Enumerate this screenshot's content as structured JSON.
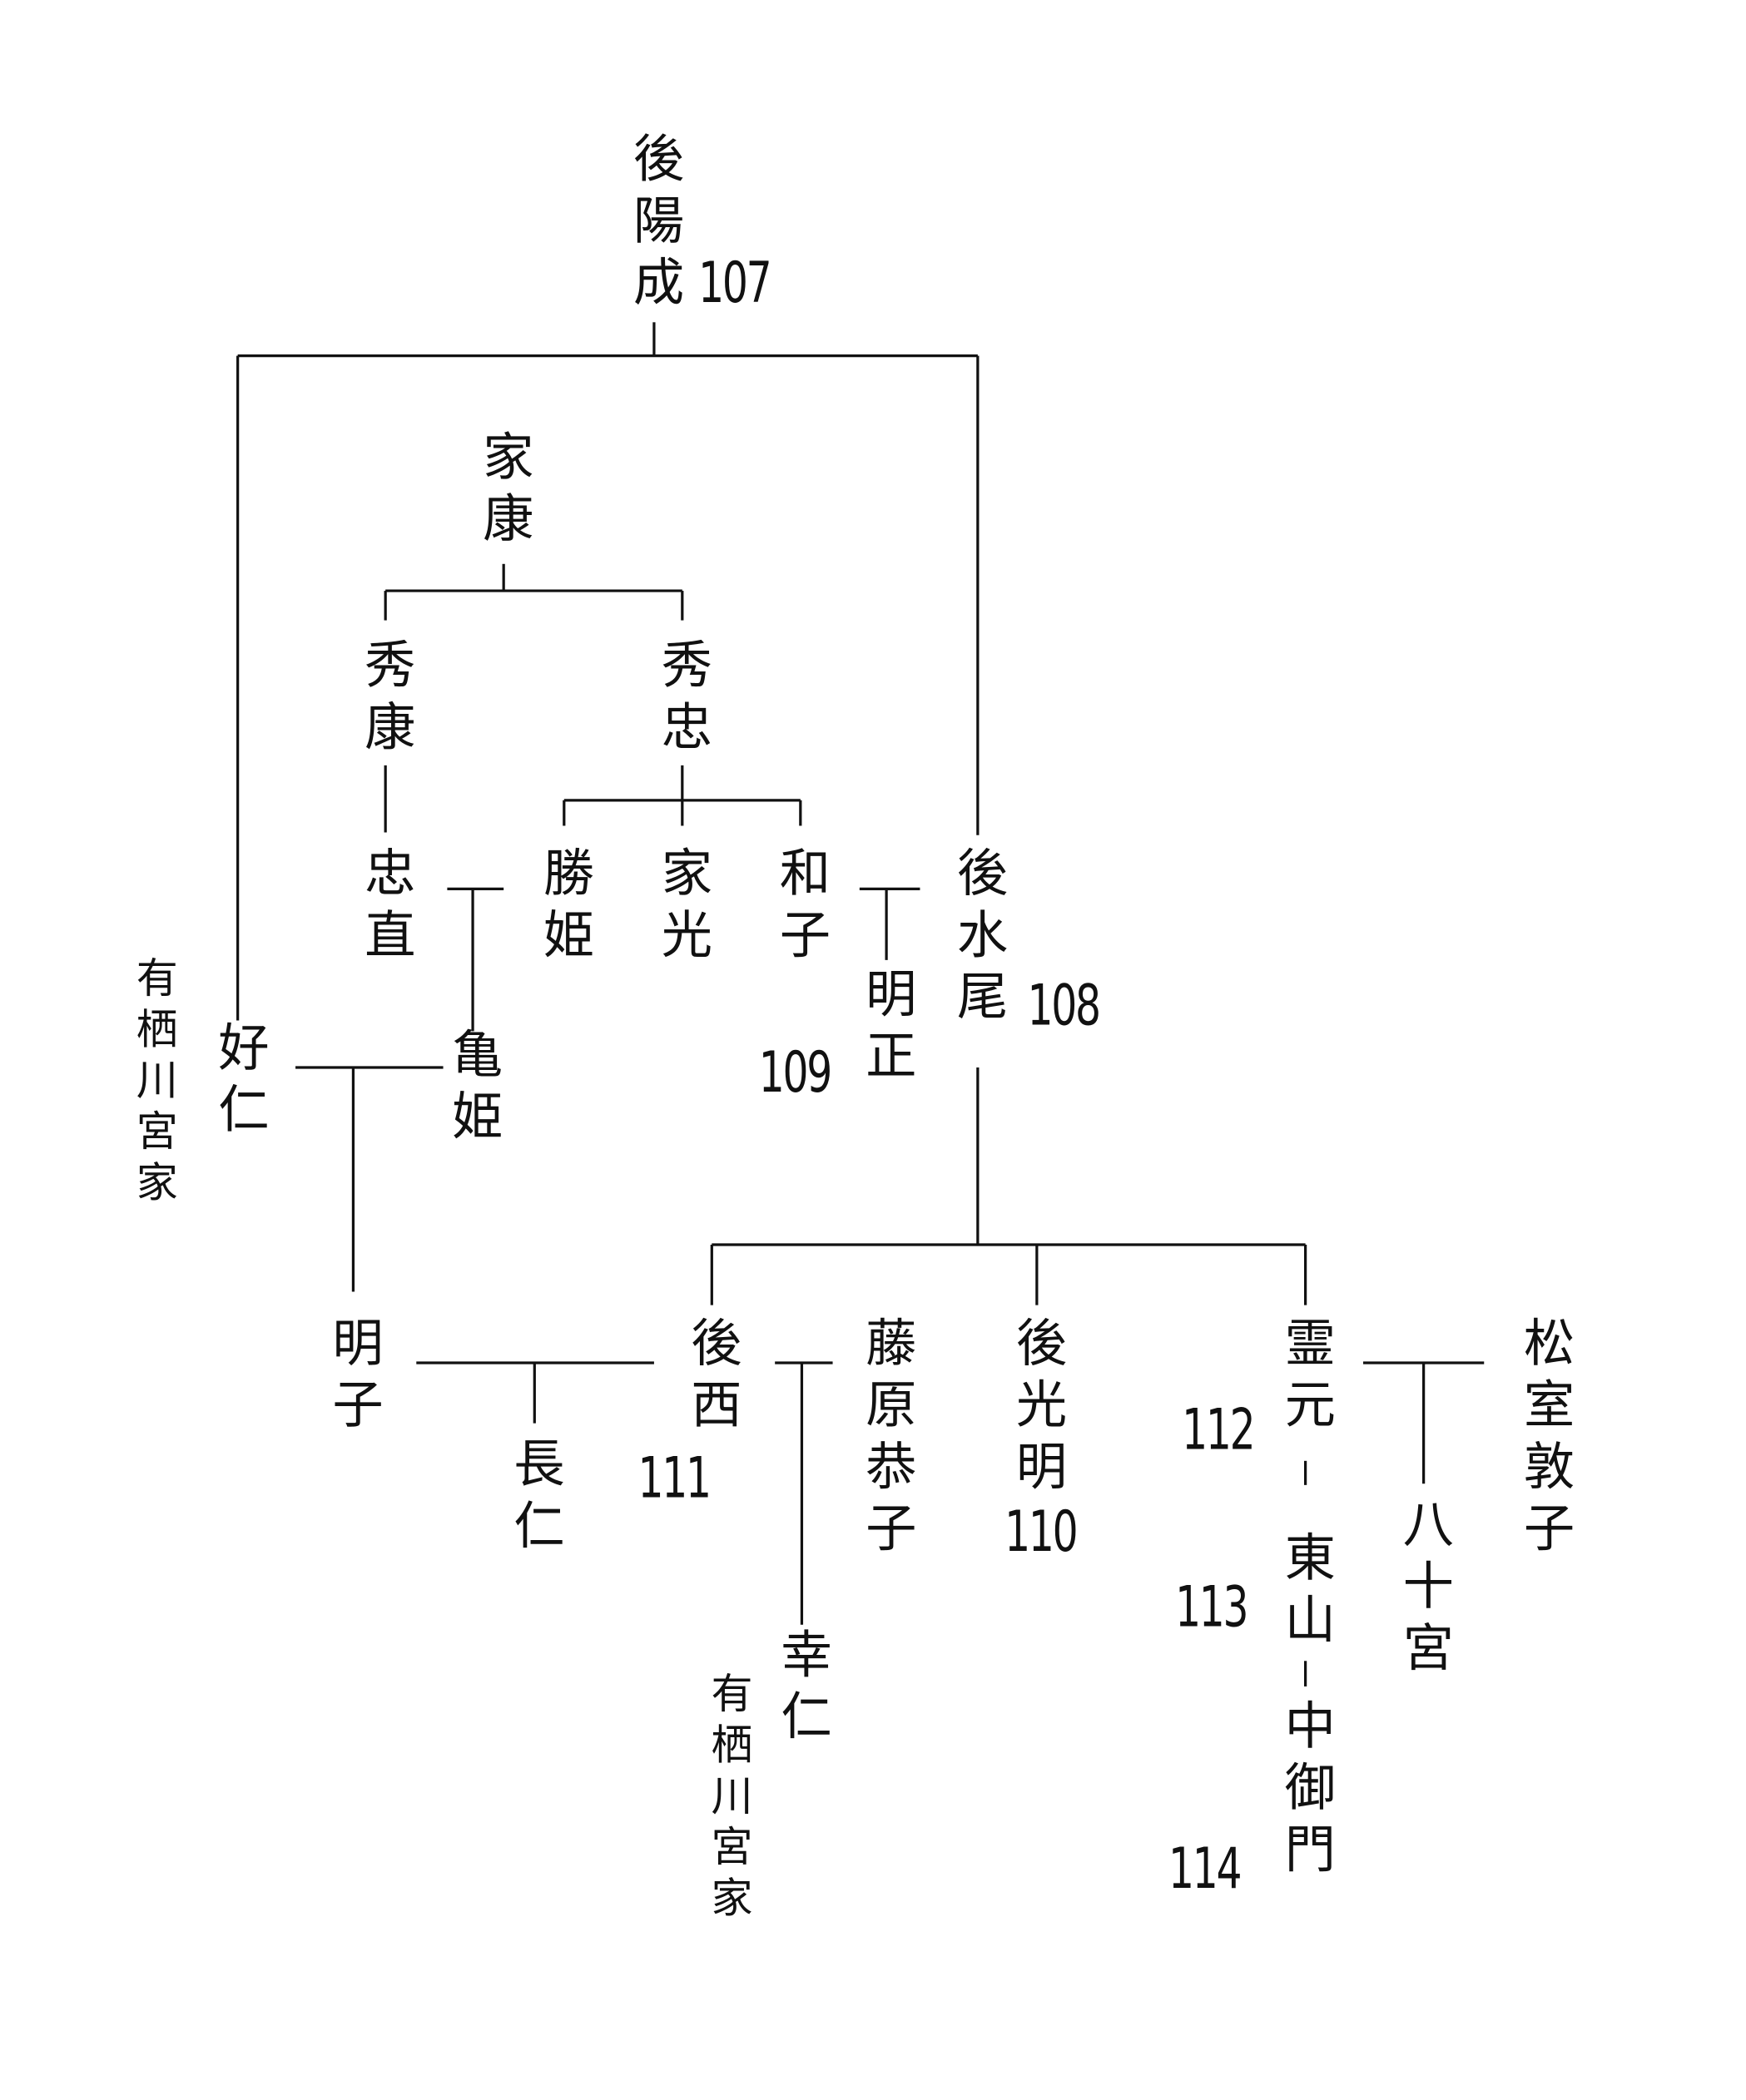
{
  "people": {
    "go_yozei": {
      "name": "後陽成",
      "number": "107"
    },
    "ieyasu": {
      "name": "家康"
    },
    "hideyasu": {
      "name": "秀康"
    },
    "hidetada": {
      "name": "秀忠"
    },
    "tadanao": {
      "name": "忠直"
    },
    "katsuhime": {
      "name": "勝姫"
    },
    "iemitsu": {
      "name": "家光"
    },
    "masako": {
      "name": "和子"
    },
    "go_mizunoo": {
      "name": "後水尾",
      "number": "108"
    },
    "kamehime": {
      "name": "亀姫"
    },
    "meisho": {
      "name": "明正",
      "number": "109"
    },
    "yoshihito": {
      "name": "好仁"
    },
    "arisugawa1": {
      "name": "有栖川宮家"
    },
    "akiko": {
      "name": "明子"
    },
    "go_sai": {
      "name": "後西",
      "number": "111"
    },
    "osahito": {
      "name": "長仁"
    },
    "fujiwara_kyoko": {
      "name": "藤原恭子"
    },
    "yukihito": {
      "name": "幸仁"
    },
    "arisugawa2": {
      "name": "有栖川宮家"
    },
    "go_komyo": {
      "name": "後光明",
      "number": "110"
    },
    "reigen": {
      "name": "霊元",
      "number": "112"
    },
    "higashiyama": {
      "name": "東山",
      "number": "113"
    },
    "nakamikado": {
      "name": "中御門",
      "number": "114"
    },
    "yasonomiya": {
      "name": "八十宮"
    },
    "matsumuro_atsuko": {
      "name": "松室敦子"
    }
  }
}
